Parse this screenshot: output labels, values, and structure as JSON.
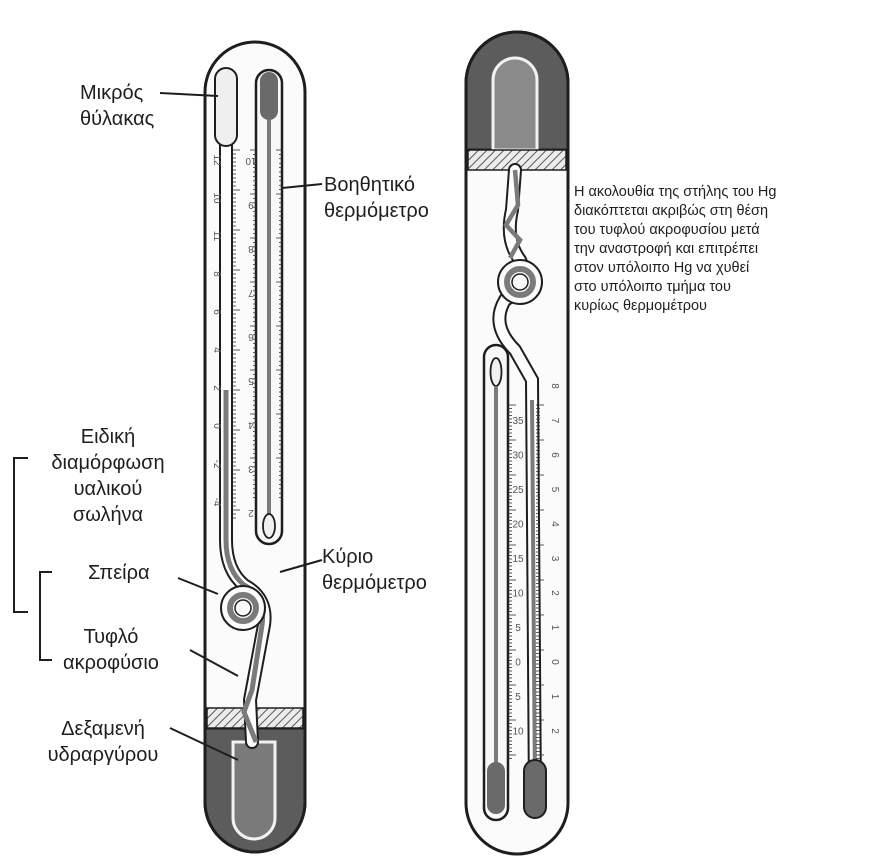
{
  "colors": {
    "mercury": "#7a7a7a",
    "glass_outline": "#1e1e1e",
    "tube_fill": "#f6f6f6",
    "cap_fill": "#5c5c5c"
  },
  "labels": {
    "small_bulb": [
      "Μικρός",
      "θύλακας"
    ],
    "aux_thermometer": [
      "Βοηθητικό",
      "θερμόμετρο"
    ],
    "special_shape": [
      "Ειδική",
      "διαμόρφωση",
      "υαλικού",
      "σωλήνα"
    ],
    "coil": "Σπείρα",
    "main_thermometer": [
      "Κύριο",
      "θερμόμετρο"
    ],
    "blind_nozzle": [
      "Τυφλό",
      "ακροφύσιο"
    ],
    "reservoir": [
      "Δεξαμενή",
      "υδραργύρου"
    ]
  },
  "note": [
    "Η ακολουθία της στήλης του Hg",
    "διακόπτεται ακριβώς στη θέση",
    "του τυφλού ακροφυσίου μετά",
    "την αναστροφή και επιτρέπει",
    "στον υπόλοιπο Hg να χυθεί",
    "στο υπόλοιπο τμήμα του",
    "κυρίως θερμομέτρου"
  ],
  "left_thermometer": {
    "aux_scale_labels": [
      "10",
      "9",
      "8",
      "7",
      "6",
      "5",
      "4",
      "3",
      "2"
    ],
    "main_scale_labels": [
      "12",
      "10",
      "11",
      "8",
      "6",
      "4",
      "2",
      "0",
      "-2",
      "-4"
    ]
  },
  "right_thermometer": {
    "inner_scale_labels": [
      "35",
      "30",
      "25",
      "20",
      "15",
      "10",
      "5",
      "0",
      "5",
      "10"
    ],
    "outer_scale_labels": [
      "8",
      "7",
      "6",
      "5",
      "4",
      "3",
      "2",
      "1",
      "0",
      "1",
      "2"
    ]
  }
}
